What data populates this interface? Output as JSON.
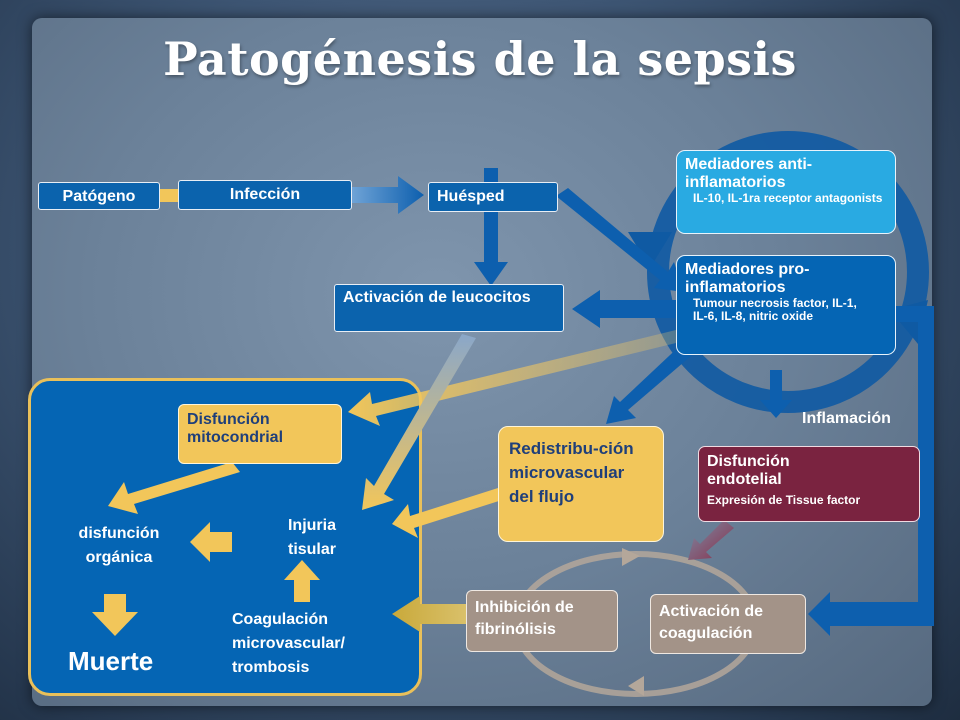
{
  "title": "Patogénesis de la sepsis",
  "nodes": {
    "patogeno": "Patógeno",
    "infeccion": "Infección",
    "huesped": "Huésped",
    "anti_title": "Mediadores anti-inflamatorios",
    "anti_detail": "IL-10, IL-1ra receptor antagonists",
    "pro_title": "Mediadores pro-inflamatorios",
    "pro_detail": "Tumour necrosis factor, IL-1, IL-6, IL-8, nitric oxide",
    "leucocitos": "Activación de leucocitos",
    "inflamacion": "Inflamación",
    "mitocondrial": "Disfunción mitocondrial",
    "redistribucion": "Redistribu-ción microvascular del flujo",
    "endotelial_title": "Disfunción endotelial",
    "endotelial_detail": "Expresión de Tissue factor",
    "organica": "disfunción orgánica",
    "injuria": "Injuria tisular",
    "coagulacion_micro": "Coagulación microvascular/ trombosis",
    "muerte": "Muerte",
    "fibrinolisis": "Inhibición de fibrinólisis",
    "activacion_coag": "Activación de coagulación"
  },
  "colors": {
    "dark_blue": "#0565b4",
    "light_blue": "#29aae2",
    "gold": "#f2c65a",
    "maroon": "#7a2340",
    "taupe": "#a39388"
  }
}
